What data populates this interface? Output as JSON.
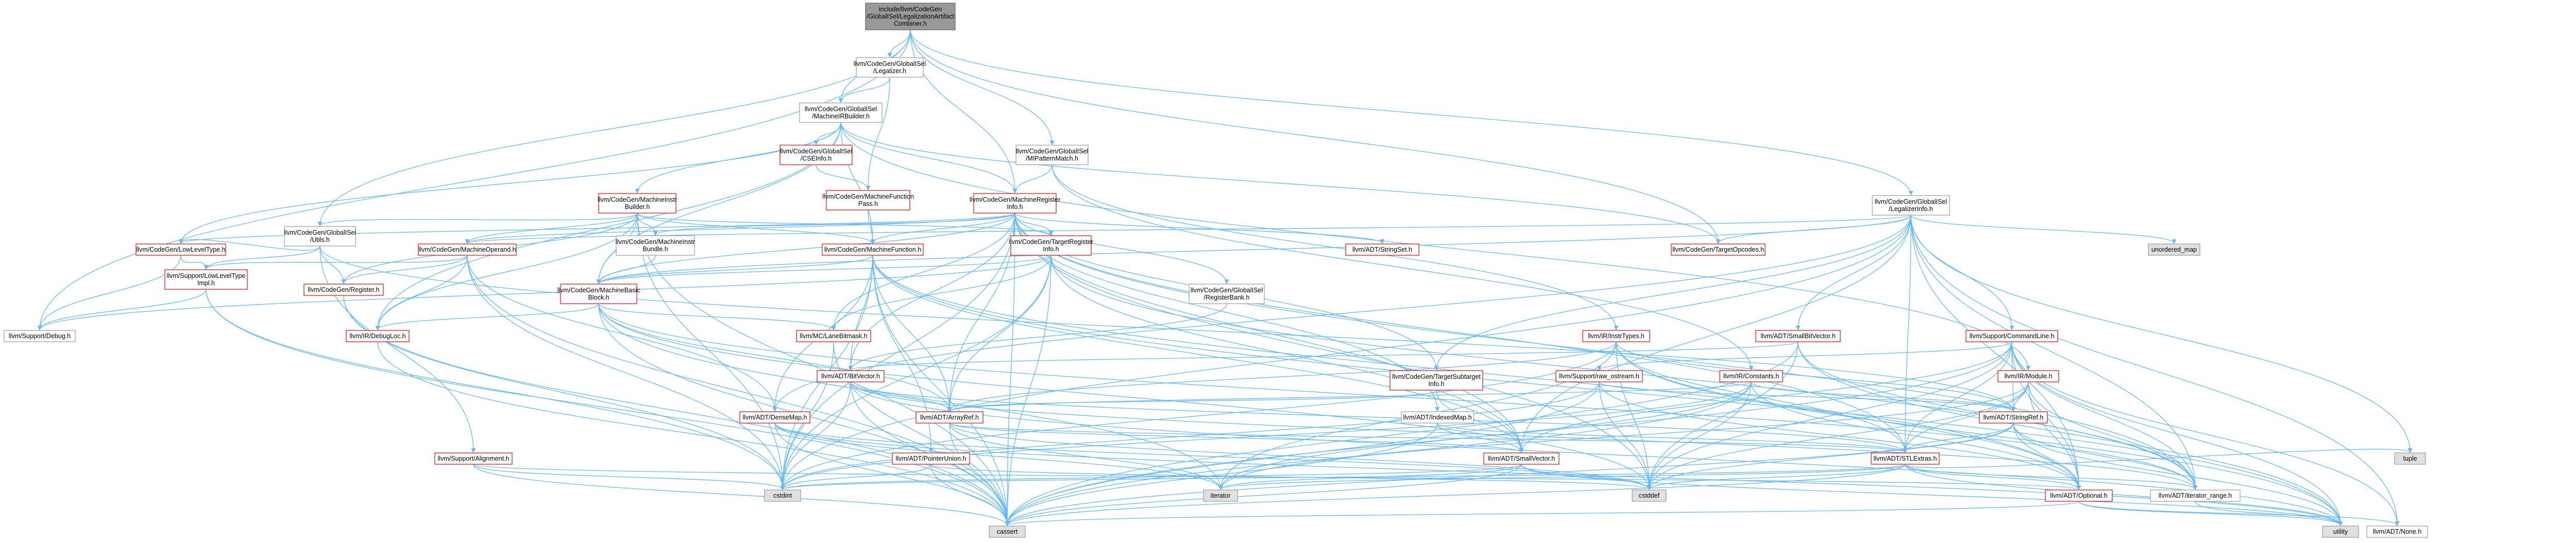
{
  "colors": {
    "edge": "#63b8ff",
    "root_fill": "#999999",
    "root_border": "#666666",
    "header_fill": "#ffffff",
    "header_border": "#999999",
    "red_border": "#ff0000",
    "gray_fill": "#e0e0e0",
    "gray_border": "#999999"
  },
  "nodes": {
    "root": {
      "lines": [
        "include/llvm/CodeGen",
        "/GlobalISel/LegalizationArtifact",
        "Combiner.h"
      ],
      "style": "root"
    },
    "legalizer": {
      "lines": [
        "llvm/CodeGen/GlobalISel",
        "/Legalizer.h"
      ],
      "style": "white"
    },
    "mib": {
      "lines": [
        "llvm/CodeGen/GlobalISel",
        "/MachineIRBuilder.h"
      ],
      "style": "white"
    },
    "mipattern": {
      "lines": [
        "llvm/CodeGen/GlobalISel",
        "/MIPatternMatch.h"
      ],
      "style": "white"
    },
    "legalizerinfo": {
      "lines": [
        "llvm/CodeGen/GlobalISel",
        "/LegalizerInfo.h"
      ],
      "style": "white"
    },
    "cseinfo": {
      "lines": [
        "llvm/CodeGen/GlobalISel",
        "/CSEInfo.h"
      ],
      "style": "red"
    },
    "mfpass": {
      "lines": [
        "llvm/CodeGen/MachineFunction",
        "Pass.h"
      ],
      "style": "red"
    },
    "mri": {
      "lines": [
        "llvm/CodeGen/MachineRegister",
        "Info.h"
      ],
      "style": "red"
    },
    "mibuilder": {
      "lines": [
        "llvm/CodeGen/MachineInstr",
        "Builder.h"
      ],
      "style": "red"
    },
    "giutils": {
      "lines": [
        "llvm/CodeGen/GlobalISel",
        "/Utils.h"
      ],
      "style": "white"
    },
    "cglowlevel": {
      "lines": [
        "llvm/CodeGen/LowLevelType.h"
      ],
      "style": "red"
    },
    "mop": {
      "lines": [
        "llvm/CodeGen/MachineOperand.h"
      ],
      "style": "red"
    },
    "mibundle": {
      "lines": [
        "llvm/CodeGen/MachineInstr",
        "Bundle.h"
      ],
      "style": "white"
    },
    "mf": {
      "lines": [
        "llvm/CodeGen/MachineFunction.h"
      ],
      "style": "red"
    },
    "tri": {
      "lines": [
        "llvm/CodeGen/TargetRegister",
        "Info.h"
      ],
      "style": "red"
    },
    "stringset": {
      "lines": [
        "llvm/ADT/StringSet.h"
      ],
      "style": "red"
    },
    "opcodes": {
      "lines": [
        "llvm/CodeGen/TargetOpcodes.h"
      ],
      "style": "red"
    },
    "umap": {
      "lines": [
        "unordered_map"
      ],
      "style": "gray"
    },
    "suplowlevel": {
      "lines": [
        "llvm/Support/LowLevelType",
        "Impl.h"
      ],
      "style": "red"
    },
    "register": {
      "lines": [
        "llvm/CodeGen/Register.h"
      ],
      "style": "red"
    },
    "mbb": {
      "lines": [
        "llvm/CodeGen/MachineBasic",
        "Block.h"
      ],
      "style": "red"
    },
    "regbank": {
      "lines": [
        "llvm/CodeGen/GlobalISel",
        "/RegisterBank.h"
      ],
      "style": "white"
    },
    "debug": {
      "lines": [
        "llvm/Support/Debug.h"
      ],
      "style": "white"
    },
    "debugloc": {
      "lines": [
        "llvm/IR/DebugLoc.h"
      ],
      "style": "red"
    },
    "lanebitmask": {
      "lines": [
        "llvm/MC/LaneBitmask.h"
      ],
      "style": "red"
    },
    "instrtypes": {
      "lines": [
        "llvm/IR/InstrTypes.h"
      ],
      "style": "red"
    },
    "smallbitvector": {
      "lines": [
        "llvm/ADT/SmallBitVector.h"
      ],
      "style": "red"
    },
    "cmdline": {
      "lines": [
        "llvm/Support/CommandLine.h"
      ],
      "style": "red"
    },
    "tsi": {
      "lines": [
        "llvm/CodeGen/TargetSubtarget",
        "Info.h"
      ],
      "style": "red"
    },
    "rawostream": {
      "lines": [
        "llvm/Support/raw_ostream.h"
      ],
      "style": "red"
    },
    "constants": {
      "lines": [
        "llvm/IR/Constants.h"
      ],
      "style": "red"
    },
    "irmodule": {
      "lines": [
        "llvm/IR/Module.h"
      ],
      "style": "red"
    },
    "bitvector": {
      "lines": [
        "llvm/ADT/BitVector.h"
      ],
      "style": "red"
    },
    "densemap": {
      "lines": [
        "llvm/ADT/DenseMap.h"
      ],
      "style": "red"
    },
    "arrayref": {
      "lines": [
        "llvm/ADT/ArrayRef.h"
      ],
      "style": "red"
    },
    "indexedmap": {
      "lines": [
        "llvm/ADT/IndexedMap.h"
      ],
      "style": "white"
    },
    "stringref": {
      "lines": [
        "llvm/ADT/StringRef.h"
      ],
      "style": "red"
    },
    "alignment": {
      "lines": [
        "llvm/Support/Alignment.h"
      ],
      "style": "red"
    },
    "pointerunion": {
      "lines": [
        "llvm/ADT/PointerUnion.h"
      ],
      "style": "red"
    },
    "smallvector": {
      "lines": [
        "llvm/ADT/SmallVector.h"
      ],
      "style": "red"
    },
    "stlextras": {
      "lines": [
        "llvm/ADT/STLExtras.h"
      ],
      "style": "red"
    },
    "tuple": {
      "lines": [
        "tuple"
      ],
      "style": "gray"
    },
    "cstdint": {
      "lines": [
        "cstdint"
      ],
      "style": "gray"
    },
    "iterator": {
      "lines": [
        "iterator"
      ],
      "style": "gray"
    },
    "cstddef": {
      "lines": [
        "cstddef"
      ],
      "style": "gray"
    },
    "optional": {
      "lines": [
        "llvm/ADT/Optional.h"
      ],
      "style": "red"
    },
    "iterrange": {
      "lines": [
        "llvm/ADT/iterator_range.h"
      ],
      "style": "white"
    },
    "cassert": {
      "lines": [
        "cassert"
      ],
      "style": "gray"
    },
    "utility": {
      "lines": [
        "utility"
      ],
      "style": "gray"
    },
    "none": {
      "lines": [
        "llvm/ADT/None.h"
      ],
      "style": "white"
    }
  },
  "edges": [
    [
      "root",
      "legalizer"
    ],
    [
      "root",
      "mib"
    ],
    [
      "root",
      "mipattern"
    ],
    [
      "root",
      "legalizerinfo"
    ],
    [
      "root",
      "giutils"
    ],
    [
      "root",
      "debug"
    ],
    [
      "root",
      "mri"
    ],
    [
      "root",
      "opcodes"
    ],
    [
      "legalizer",
      "mib"
    ],
    [
      "legalizer",
      "mfpass"
    ],
    [
      "mib",
      "cseinfo"
    ],
    [
      "mib",
      "mri"
    ],
    [
      "mib",
      "mibuilder"
    ],
    [
      "mib",
      "mbb"
    ],
    [
      "mib",
      "mf"
    ],
    [
      "mib",
      "cglowlevel"
    ],
    [
      "mib",
      "opcodes"
    ],
    [
      "mib",
      "debugloc"
    ],
    [
      "mib",
      "irmodule"
    ],
    [
      "mipattern",
      "mri"
    ],
    [
      "mipattern",
      "instrtypes"
    ],
    [
      "mipattern",
      "constants"
    ],
    [
      "cseinfo",
      "mfpass"
    ],
    [
      "mfpass",
      "mf"
    ],
    [
      "mri",
      "tri"
    ],
    [
      "mri",
      "mf"
    ],
    [
      "mri",
      "mibundle"
    ],
    [
      "mri",
      "mbb"
    ],
    [
      "mri",
      "regbank"
    ],
    [
      "mri",
      "stringset"
    ],
    [
      "mri",
      "mop"
    ],
    [
      "mri",
      "cglowlevel"
    ],
    [
      "mri",
      "lanebitmask"
    ],
    [
      "mri",
      "bitvector"
    ],
    [
      "mri",
      "indexedmap"
    ],
    [
      "mri",
      "arrayref"
    ],
    [
      "mri",
      "smallvector"
    ],
    [
      "mri",
      "stlextras"
    ],
    [
      "mri",
      "iterrange"
    ],
    [
      "mri",
      "cassert"
    ],
    [
      "mri",
      "cstddef"
    ],
    [
      "mri",
      "cstdint"
    ],
    [
      "mri",
      "tsi"
    ],
    [
      "mibuilder",
      "mop"
    ],
    [
      "mibuilder",
      "mibundle"
    ],
    [
      "mibuilder",
      "mf"
    ],
    [
      "mibuilder",
      "mbb"
    ],
    [
      "mibuilder",
      "tri"
    ],
    [
      "mibuilder",
      "giutils"
    ],
    [
      "mibuilder",
      "register"
    ],
    [
      "mibuilder",
      "debugloc"
    ],
    [
      "mibuilder",
      "cassert"
    ],
    [
      "mibuilder",
      "cstdint"
    ],
    [
      "giutils",
      "suplowlevel"
    ],
    [
      "giutils",
      "register"
    ],
    [
      "giutils",
      "alignment"
    ],
    [
      "giutils",
      "stringref"
    ],
    [
      "giutils",
      "cglowlevel"
    ],
    [
      "cglowlevel",
      "suplowlevel"
    ],
    [
      "cglowlevel",
      "debug"
    ],
    [
      "mop",
      "register"
    ],
    [
      "mop",
      "suplowlevel"
    ],
    [
      "mop",
      "debugloc"
    ],
    [
      "mop",
      "densemap"
    ],
    [
      "mop",
      "cassert"
    ],
    [
      "mop",
      "cstdint"
    ],
    [
      "mibundle",
      "mbb"
    ],
    [
      "mf",
      "mbb"
    ],
    [
      "mf",
      "arrayref"
    ],
    [
      "mf",
      "bitvector"
    ],
    [
      "mf",
      "densemap"
    ],
    [
      "mf",
      "smallvector"
    ],
    [
      "mf",
      "pointerunion"
    ],
    [
      "mf",
      "cassert"
    ],
    [
      "mf",
      "cstdint"
    ],
    [
      "mf",
      "utility"
    ],
    [
      "mf",
      "optional"
    ],
    [
      "tri",
      "lanebitmask"
    ],
    [
      "tri",
      "mbb"
    ],
    [
      "tri",
      "arrayref"
    ],
    [
      "tri",
      "smallvector"
    ],
    [
      "tri",
      "iterrange"
    ],
    [
      "tri",
      "cassert"
    ],
    [
      "tri",
      "cstdint"
    ],
    [
      "tri",
      "debug"
    ],
    [
      "legalizerinfo",
      "opcodes"
    ],
    [
      "legalizerinfo",
      "umap"
    ],
    [
      "legalizerinfo",
      "smallbitvector"
    ],
    [
      "legalizerinfo",
      "cmdline"
    ],
    [
      "legalizerinfo",
      "stlextras"
    ],
    [
      "legalizerinfo",
      "smallvector"
    ],
    [
      "legalizerinfo",
      "densemap"
    ],
    [
      "legalizerinfo",
      "optional"
    ],
    [
      "legalizerinfo",
      "tuple"
    ],
    [
      "legalizerinfo",
      "cstdint"
    ],
    [
      "legalizerinfo",
      "mbb"
    ],
    [
      "legalizerinfo",
      "mop"
    ],
    [
      "legalizerinfo",
      "tsi"
    ],
    [
      "legalizerinfo",
      "none"
    ],
    [
      "legalizerinfo",
      "iterrange"
    ],
    [
      "suplowlevel",
      "cassert"
    ],
    [
      "suplowlevel",
      "cstdint"
    ],
    [
      "suplowlevel",
      "debug"
    ],
    [
      "mbb",
      "debugloc"
    ],
    [
      "mbb",
      "iterator"
    ],
    [
      "mbb",
      "cassert"
    ],
    [
      "mbb",
      "cstddef"
    ],
    [
      "mbb",
      "arrayref"
    ],
    [
      "mbb",
      "iterrange"
    ],
    [
      "mbb",
      "lanebitmask"
    ],
    [
      "regbank",
      "bitvector"
    ],
    [
      "instrtypes",
      "arrayref"
    ],
    [
      "instrtypes",
      "stringref"
    ],
    [
      "instrtypes",
      "optional"
    ],
    [
      "instrtypes",
      "cstddef"
    ],
    [
      "instrtypes",
      "cstdint"
    ],
    [
      "instrtypes",
      "iterator"
    ],
    [
      "instrtypes",
      "utility"
    ],
    [
      "instrtypes",
      "stlextras"
    ],
    [
      "smallbitvector",
      "bitvector"
    ],
    [
      "smallbitvector",
      "iterrange"
    ],
    [
      "smallbitvector",
      "cstddef"
    ],
    [
      "smallbitvector",
      "utility"
    ],
    [
      "smallbitvector",
      "cassert"
    ],
    [
      "cmdline",
      "stringref"
    ],
    [
      "cmdline",
      "smallvector"
    ],
    [
      "cmdline",
      "stlextras"
    ],
    [
      "cmdline",
      "iterrange"
    ],
    [
      "cmdline",
      "optional"
    ],
    [
      "cmdline",
      "rawostream"
    ],
    [
      "cmdline",
      "cassert"
    ],
    [
      "cmdline",
      "cstddef"
    ],
    [
      "cmdline",
      "utility"
    ],
    [
      "cmdline",
      "none"
    ],
    [
      "tsi",
      "arrayref"
    ],
    [
      "tsi",
      "smallvector"
    ],
    [
      "rawostream",
      "stringref"
    ],
    [
      "rawostream",
      "cassert"
    ],
    [
      "rawostream",
      "cstddef"
    ],
    [
      "rawostream",
      "cstdint"
    ],
    [
      "rawostream",
      "optional"
    ],
    [
      "constants",
      "arrayref"
    ],
    [
      "constants",
      "stringref"
    ],
    [
      "constants",
      "optional"
    ],
    [
      "constants",
      "cassert"
    ],
    [
      "constants",
      "cstddef"
    ],
    [
      "constants",
      "cstdint"
    ],
    [
      "constants",
      "iterator"
    ],
    [
      "irmodule",
      "stringref"
    ],
    [
      "irmodule",
      "iterrange"
    ],
    [
      "irmodule",
      "stlextras"
    ],
    [
      "irmodule",
      "cstddef"
    ],
    [
      "irmodule",
      "iterator"
    ],
    [
      "irmodule",
      "optional"
    ],
    [
      "bitvector",
      "arrayref"
    ],
    [
      "bitvector",
      "stlextras"
    ],
    [
      "bitvector",
      "iterrange"
    ],
    [
      "bitvector",
      "cassert"
    ],
    [
      "bitvector",
      "cstdint"
    ],
    [
      "bitvector",
      "utility"
    ],
    [
      "densemap",
      "cassert"
    ],
    [
      "densemap",
      "cstddef"
    ],
    [
      "densemap",
      "iterator"
    ],
    [
      "densemap",
      "utility"
    ],
    [
      "arrayref",
      "smallvector"
    ],
    [
      "arrayref",
      "stlextras"
    ],
    [
      "arrayref",
      "cassert"
    ],
    [
      "arrayref",
      "iterator"
    ],
    [
      "arrayref",
      "cstddef"
    ],
    [
      "indexedmap",
      "stlextras"
    ],
    [
      "indexedmap",
      "smallvector"
    ],
    [
      "indexedmap",
      "cassert"
    ],
    [
      "stringref",
      "stlextras"
    ],
    [
      "stringref",
      "iterrange"
    ],
    [
      "stringref",
      "cassert"
    ],
    [
      "stringref",
      "cstddef"
    ],
    [
      "stringref",
      "utility"
    ],
    [
      "stringref",
      "optional"
    ],
    [
      "alignment",
      "cassert"
    ],
    [
      "alignment",
      "optional"
    ],
    [
      "alignment",
      "cstdint"
    ],
    [
      "pointerunion",
      "cassert"
    ],
    [
      "pointerunion",
      "cstddef"
    ],
    [
      "pointerunion",
      "cstdint"
    ],
    [
      "smallvector",
      "cassert"
    ],
    [
      "smallvector",
      "cstddef"
    ],
    [
      "smallvector",
      "cstdint"
    ],
    [
      "smallvector",
      "iterator"
    ],
    [
      "smallvector",
      "utility"
    ],
    [
      "stlextras",
      "optional"
    ],
    [
      "stlextras",
      "iterrange"
    ],
    [
      "stlextras",
      "cassert"
    ],
    [
      "stlextras",
      "cstddef"
    ],
    [
      "stlextras",
      "cstdint"
    ],
    [
      "stlextras",
      "tuple"
    ],
    [
      "stlextras",
      "utility"
    ],
    [
      "stlextras",
      "iterator"
    ],
    [
      "optional",
      "none"
    ],
    [
      "optional",
      "cassert"
    ],
    [
      "optional",
      "utility"
    ],
    [
      "iterrange",
      "utility"
    ],
    [
      "lanebitmask",
      "cassert"
    ],
    [
      "lanebitmask",
      "cstdint"
    ],
    [
      "debugloc",
      "cassert"
    ],
    [
      "register",
      "cassert"
    ],
    [
      "register",
      "cstdint"
    ]
  ]
}
